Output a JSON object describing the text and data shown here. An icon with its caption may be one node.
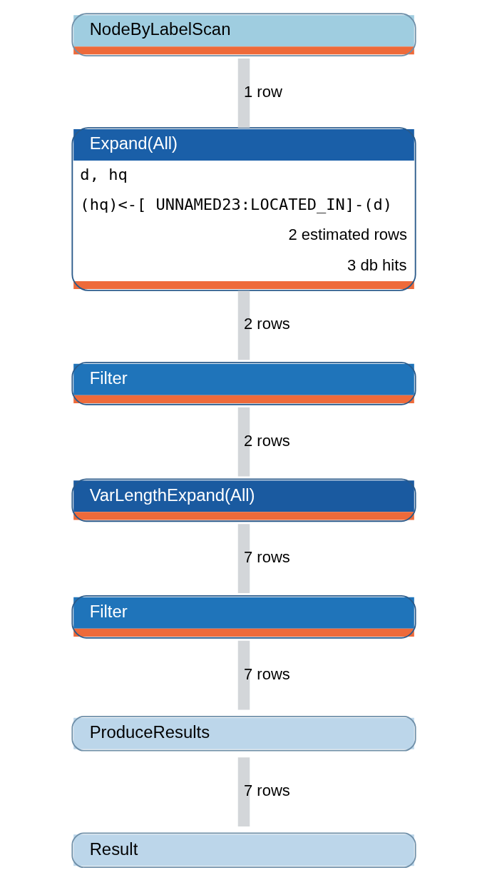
{
  "diagram": {
    "nodes": [
      {
        "text": [
          "NodeByLabelScan"
        ]
      },
      {
        "text": [
          "Expand(All)",
          "d, hq",
          "(hq)<-[ UNNAMED23:LOCATED_IN]-(d)",
          "2 estimated rows",
          "3 db hits"
        ]
      },
      {
        "text": [
          "Filter"
        ]
      },
      {
        "text": [
          "VarLengthExpand(All)"
        ]
      },
      {
        "text": [
          "Filter"
        ]
      },
      {
        "text": [
          "ProduceResults"
        ]
      },
      {
        "text": [
          "Result"
        ]
      }
    ],
    "edges": [
      {
        "from": 0,
        "to": 1,
        "arrow": "none",
        "label": "1 row"
      },
      {
        "from": 1,
        "to": 2,
        "arrow": "none",
        "label": "2 rows"
      },
      {
        "from": 2,
        "to": 3,
        "arrow": "none",
        "label": "2 rows"
      },
      {
        "from": 3,
        "to": 4,
        "arrow": "none",
        "label": "7 rows"
      },
      {
        "from": 4,
        "to": 5,
        "arrow": "none",
        "label": "7 rows"
      },
      {
        "from": 5,
        "to": 6,
        "arrow": "none",
        "label": "7 rows"
      }
    ]
  }
}
